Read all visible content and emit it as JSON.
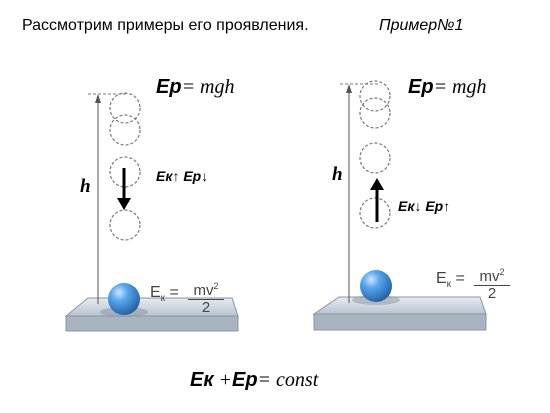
{
  "header": {
    "text": "Рассмотрим примеры его проявления.",
    "example_label": "Пример№1"
  },
  "left_panel": {
    "formula_ep_symbol": "Ep",
    "formula_ep_rest": "= mgh",
    "height_label": "h",
    "energy_change_ek": "Ек",
    "energy_change_ek_arrow": "↑",
    "energy_change_ep": "Ер",
    "energy_change_ep_arrow": "↓",
    "ek_label": "E",
    "ek_subscript": "к",
    "ek_equals": "=",
    "ek_numerator": "mv",
    "ek_power": "2",
    "ek_denominator": "2"
  },
  "right_panel": {
    "formula_ep_symbol": "Ep",
    "formula_ep_rest": "= mgh",
    "height_label": "h",
    "energy_change_ek": "Ек",
    "energy_change_ek_arrow": "↓",
    "energy_change_ep": "Ер",
    "energy_change_ep_arrow": "↑",
    "ek_label": "E",
    "ek_subscript": "к",
    "ek_equals": "=",
    "ek_numerator": "mv",
    "ek_power": "2",
    "ek_denominator": "2"
  },
  "conservation": {
    "ek": "Ек",
    "plus": " +",
    "ep": "Ер",
    "rest": "= const"
  },
  "colors": {
    "ball": "#3f8fd8",
    "platform_top": "#d9e0e8",
    "platform_side": "#9aa6b4",
    "dashed": "#777777"
  }
}
